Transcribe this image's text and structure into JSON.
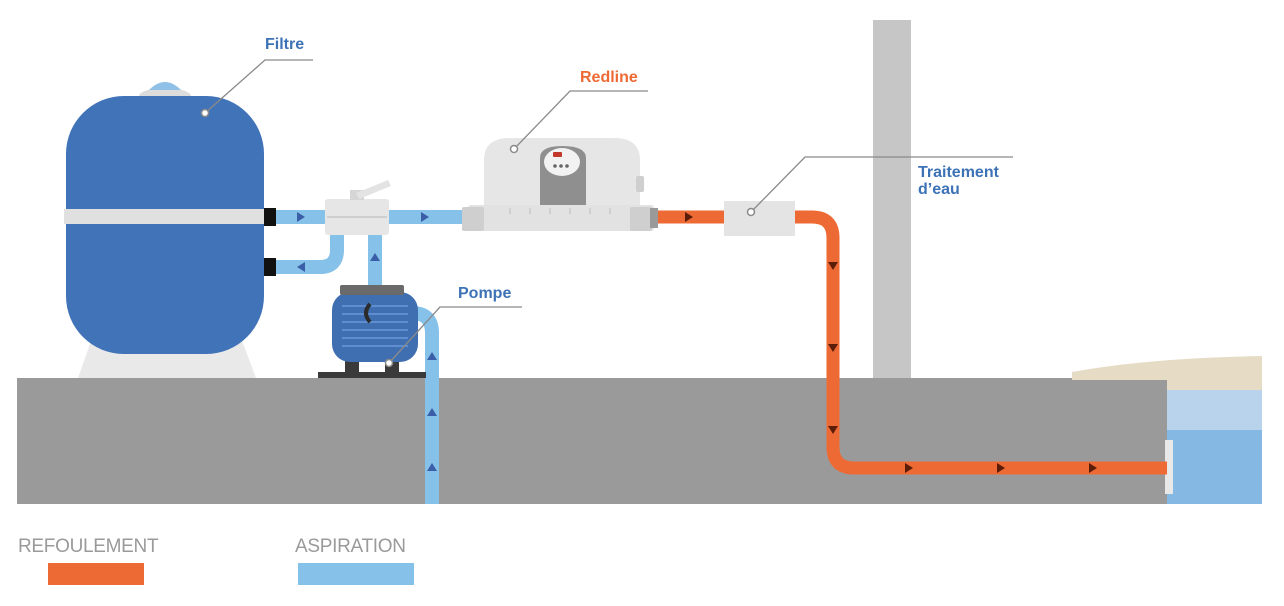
{
  "labels": {
    "filtre": "Filtre",
    "redline": "Redline",
    "traitement_line1": "Traitement",
    "traitement_line2": "d’eau",
    "pompe": "Pompe"
  },
  "legend": {
    "refoulement": "REFOULEMENT",
    "aspiration": "ASPIRATION"
  },
  "colors": {
    "refoulement": "#ee6a35",
    "aspiration": "#85c1e9",
    "filter_blue": "#4073b8",
    "label_blue": "#3d73b6",
    "label_orange": "#ee6a35",
    "ground": "#9a9a9a",
    "pool_water": "#85b9e4"
  }
}
